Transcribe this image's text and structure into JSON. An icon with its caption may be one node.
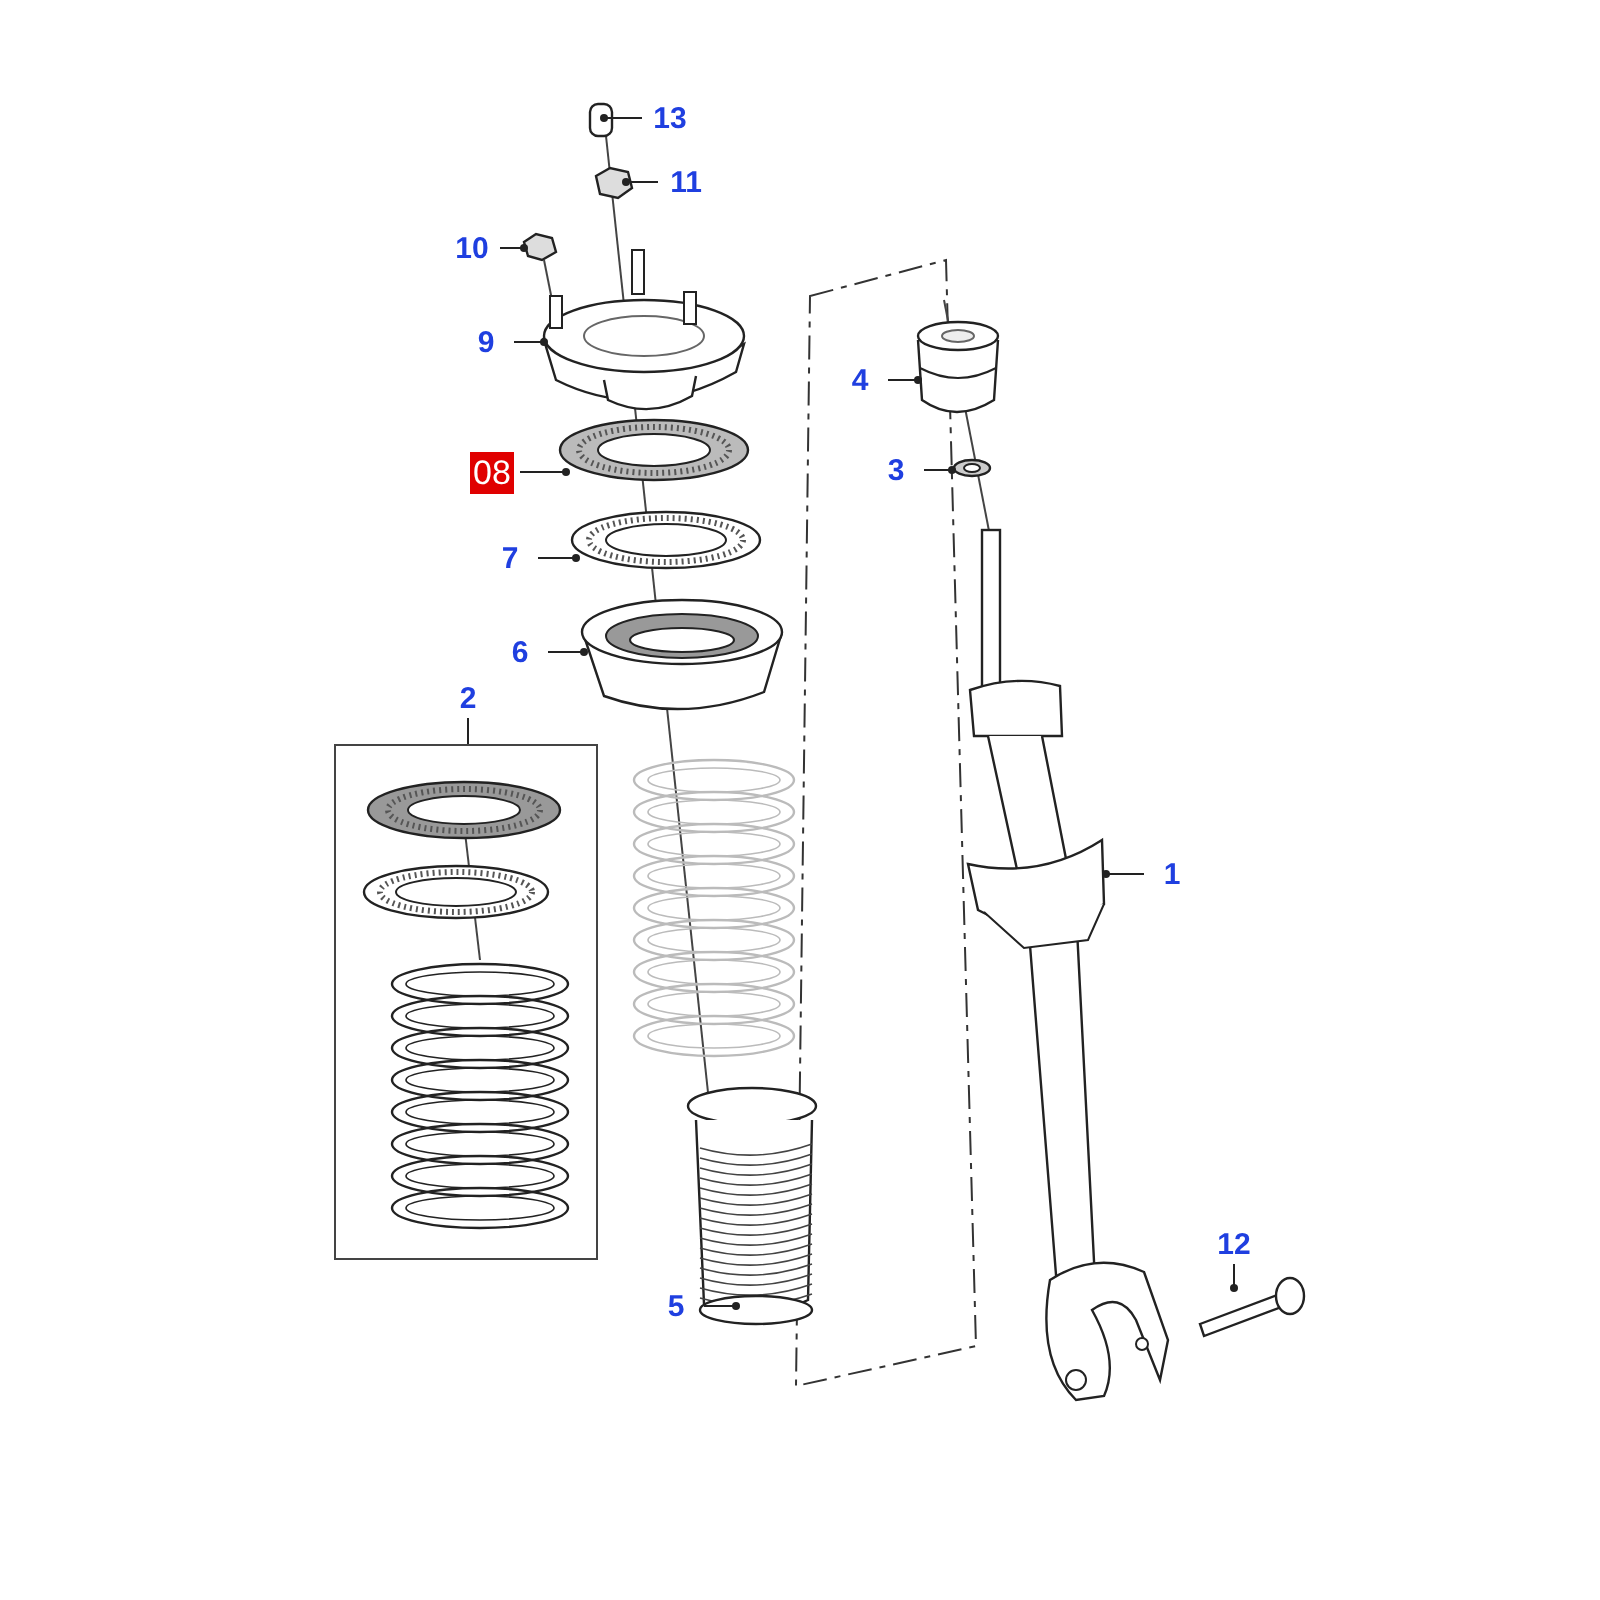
{
  "diagram": {
    "nodes": [
      {
        "text": [
          "13"
        ]
      },
      {
        "text": [
          "11"
        ]
      },
      {
        "text": [
          "10"
        ]
      },
      {
        "text": [
          "9"
        ]
      },
      {
        "text": [
          "4"
        ]
      },
      {
        "text": [
          "08"
        ]
      },
      {
        "text": [
          "3"
        ]
      },
      {
        "text": [
          "7"
        ]
      },
      {
        "text": [
          "6"
        ]
      },
      {
        "text": [
          "2"
        ]
      },
      {
        "text": [],
        "shape": "box"
      },
      {
        "text": [
          "1"
        ]
      },
      {
        "text": [
          "12"
        ]
      },
      {
        "text": [
          "5"
        ]
      }
    ],
    "edges": [
      {
        "from": 0,
        "to": null,
        "arrow": "other"
      },
      {
        "from": 1,
        "to": null,
        "arrow": "other"
      },
      {
        "from": 2,
        "to": null,
        "arrow": "other"
      },
      {
        "from": 3,
        "to": null,
        "arrow": "other"
      },
      {
        "from": 4,
        "to": null,
        "arrow": "other"
      },
      {
        "from": 5,
        "to": null,
        "arrow": "other"
      },
      {
        "from": 6,
        "to": null,
        "arrow": "other"
      },
      {
        "from": 7,
        "to": null,
        "arrow": "other"
      },
      {
        "from": 8,
        "to": null,
        "arrow": "other"
      },
      {
        "from": 9,
        "to": 10,
        "arrow": "none"
      },
      {
        "from": 11,
        "to": null,
        "arrow": "other"
      },
      {
        "from": 12,
        "to": null,
        "arrow": "other"
      },
      {
        "from": 13,
        "to": null,
        "arrow": "other"
      }
    ]
  }
}
